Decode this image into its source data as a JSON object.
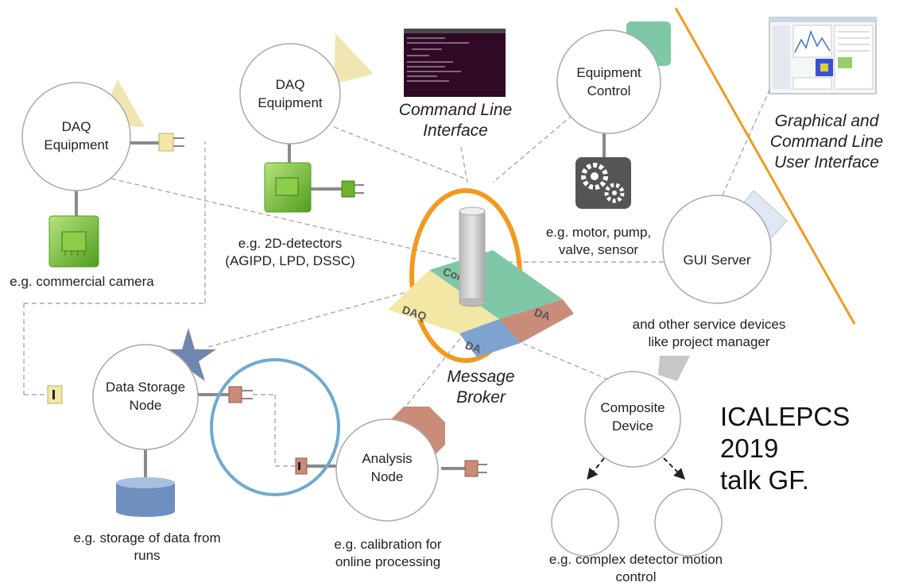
{
  "nodes": {
    "daq_left": "DAQ\nEquipment",
    "daq_center": "DAQ\nEquipment",
    "equipment_control": "Equipment\nControl",
    "gui_server": "GUI Server",
    "data_storage": "Data Storage\nNode",
    "analysis": "Analysis\nNode",
    "composite": "Composite\nDevice"
  },
  "labels": {
    "cli": "Command Line\nInterface",
    "gui_cli": "Graphical  and\nCommand Line\nUser Interface",
    "broker": "Message\nBroker",
    "commercial_camera": "e.g. commercial camera",
    "detectors_2d": "e.g. 2D-detectors\n(AGIPD, LPD, DSSC)",
    "equipment_examples": "e.g. motor, pump,\nvalve, sensor",
    "service_devices": "and other service devices\nlike project manager",
    "storage_runs": "e.g. storage of data from\nruns",
    "calibration": "e.g. calibration for\nonline processing",
    "motion_control": "e.g. complex detector motion\ncontrol",
    "conference": "ICALEPCS 2019\ntalk GF."
  },
  "puzzle": {
    "control": "Control",
    "daq": "DAQ",
    "da_right": "DA",
    "da_bottom": "DA"
  },
  "colors": {
    "orange": "#f29a1f",
    "blue": "#6fa9cf",
    "green": "#6ab42e",
    "terminal": "#300a24",
    "puzzle_control": "#7fc8a7",
    "puzzle_daq": "#f3e7a6",
    "puzzle_da": "#c98c79",
    "puzzle_da2": "#7fa3cf"
  },
  "icons": [
    "triangle-icon",
    "chip-icon",
    "plug-icon",
    "gears-icon",
    "star-icon",
    "octagon-icon",
    "database-icon",
    "terminal-screenshot",
    "gui-screenshot",
    "broker-cylinder-icon"
  ]
}
